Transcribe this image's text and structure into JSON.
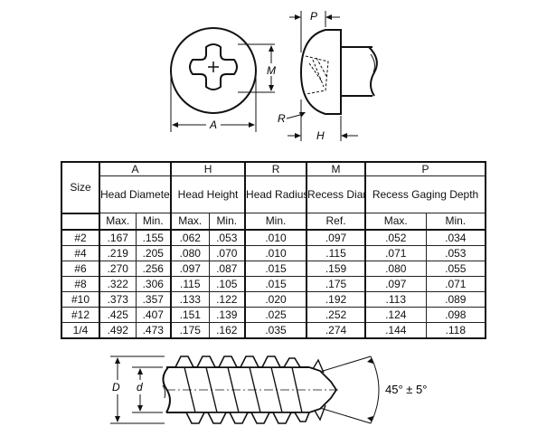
{
  "top_drawing": {
    "labels": {
      "p": "P",
      "m": "M",
      "a": "A",
      "r": "R",
      "h": "H"
    }
  },
  "table": {
    "size_header": "Size",
    "group_headers": [
      "A",
      "H",
      "R",
      "M",
      "P"
    ],
    "desc_headers": [
      "Head Diameter",
      "Head Height",
      "Head Radius",
      "Recess Diameter",
      "Recess Gaging Depth"
    ],
    "sub_headers": [
      "Max.",
      "Min.",
      "Max.",
      "Min.",
      "Min.",
      "Ref.",
      "Max.",
      "Min."
    ],
    "rows": [
      [
        "#2",
        ".167",
        ".155",
        ".062",
        ".053",
        ".010",
        ".097",
        ".052",
        ".034"
      ],
      [
        "#4",
        ".219",
        ".205",
        ".080",
        ".070",
        ".010",
        ".115",
        ".071",
        ".053"
      ],
      [
        "#6",
        ".270",
        ".256",
        ".097",
        ".087",
        ".015",
        ".159",
        ".080",
        ".055"
      ],
      [
        "#8",
        ".322",
        ".306",
        ".115",
        ".105",
        ".015",
        ".175",
        ".097",
        ".071"
      ],
      [
        "#10",
        ".373",
        ".357",
        ".133",
        ".122",
        ".020",
        ".192",
        ".113",
        ".089"
      ],
      [
        "#12",
        ".425",
        ".407",
        ".151",
        ".139",
        ".025",
        ".252",
        ".124",
        ".098"
      ],
      [
        "1/4",
        ".492",
        ".473",
        ".175",
        ".162",
        ".035",
        ".274",
        ".144",
        ".118"
      ]
    ]
  },
  "bottom_drawing": {
    "labels": {
      "d_major": "D",
      "d_minor": "d",
      "angle": "45° ± 5°"
    }
  }
}
